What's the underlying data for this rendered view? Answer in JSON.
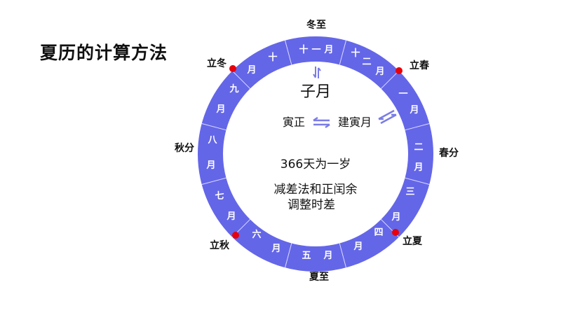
{
  "title": "夏历的计算方法",
  "colors": {
    "ring": "#6466E8",
    "divider": "#dcdcff",
    "marker": "#E8000B",
    "arrow": "#7A7CE6",
    "text": "#111111"
  },
  "ring": {
    "months": [
      {
        "id": "m11",
        "label": "十一月",
        "chars": [
          "十",
          "一",
          "月"
        ]
      },
      {
        "id": "m12",
        "label": "十二月",
        "chars": [
          "十",
          "二",
          "月"
        ]
      },
      {
        "id": "m1",
        "label": "一月",
        "chars": [
          "一",
          "月"
        ]
      },
      {
        "id": "m2",
        "label": "二月",
        "chars": [
          "二",
          "月"
        ]
      },
      {
        "id": "m3",
        "label": "三月",
        "chars": [
          "三",
          "月"
        ]
      },
      {
        "id": "m4",
        "label": "四月",
        "chars": [
          "四",
          "月"
        ]
      },
      {
        "id": "m5",
        "label": "五月",
        "chars": [
          "五",
          "月"
        ]
      },
      {
        "id": "m6",
        "label": "六月",
        "chars": [
          "六",
          "月"
        ]
      },
      {
        "id": "m7",
        "label": "七月",
        "chars": [
          "七",
          "月"
        ]
      },
      {
        "id": "m8",
        "label": "八月",
        "chars": [
          "八",
          "月"
        ]
      },
      {
        "id": "m9",
        "label": "九月",
        "chars": [
          "九",
          "月"
        ]
      },
      {
        "id": "m10",
        "label": "十月",
        "chars": [
          "十",
          "月"
        ]
      }
    ]
  },
  "solar_terms": {
    "dongzhi": "冬至",
    "lichun": "立春",
    "chunfen": "春分",
    "lixia": "立夏",
    "xiazhi": "夏至",
    "liqiu": "立秋",
    "qiufen": "秋分",
    "lidong": "立冬"
  },
  "center": {
    "zi_month": "子月",
    "yin_zheng": "寅正",
    "jian_yin_month": "建寅月",
    "year_days": "366天为一岁",
    "method_line1": "减差法和正闰余",
    "method_line2": "调整时差"
  }
}
